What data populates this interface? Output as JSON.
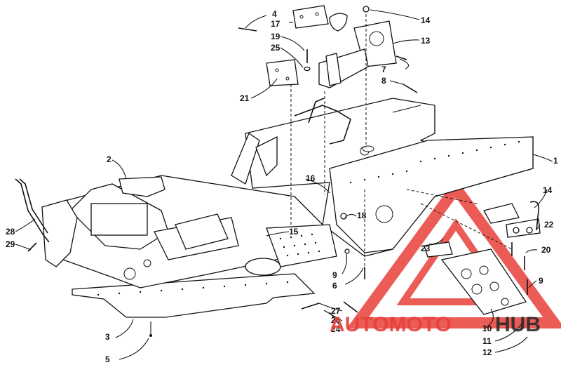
{
  "callouts": {
    "c1": "1",
    "c2": "2",
    "c3": "3",
    "c4": "4",
    "c5": "5",
    "c6": "6",
    "c7": "7",
    "c8": "8",
    "c9a": "9",
    "c9b": "9",
    "c10": "10",
    "c11": "11",
    "c12": "12",
    "c13": "13",
    "c14a": "14",
    "c14b": "14",
    "c15": "15",
    "c16": "16",
    "c17": "17",
    "c18": "18",
    "c19": "19",
    "c20": "20",
    "c21": "21",
    "c22": "22",
    "c23": "23",
    "c24": "24",
    "c25": "25",
    "c26": "26",
    "c27": "27",
    "c28": "28",
    "c29": "29"
  },
  "watermark": {
    "brand_left": "AUTOMOTO",
    "brand_right": "HUB",
    "color_red": "#e8403a",
    "color_dark": "#2b2b2b"
  }
}
